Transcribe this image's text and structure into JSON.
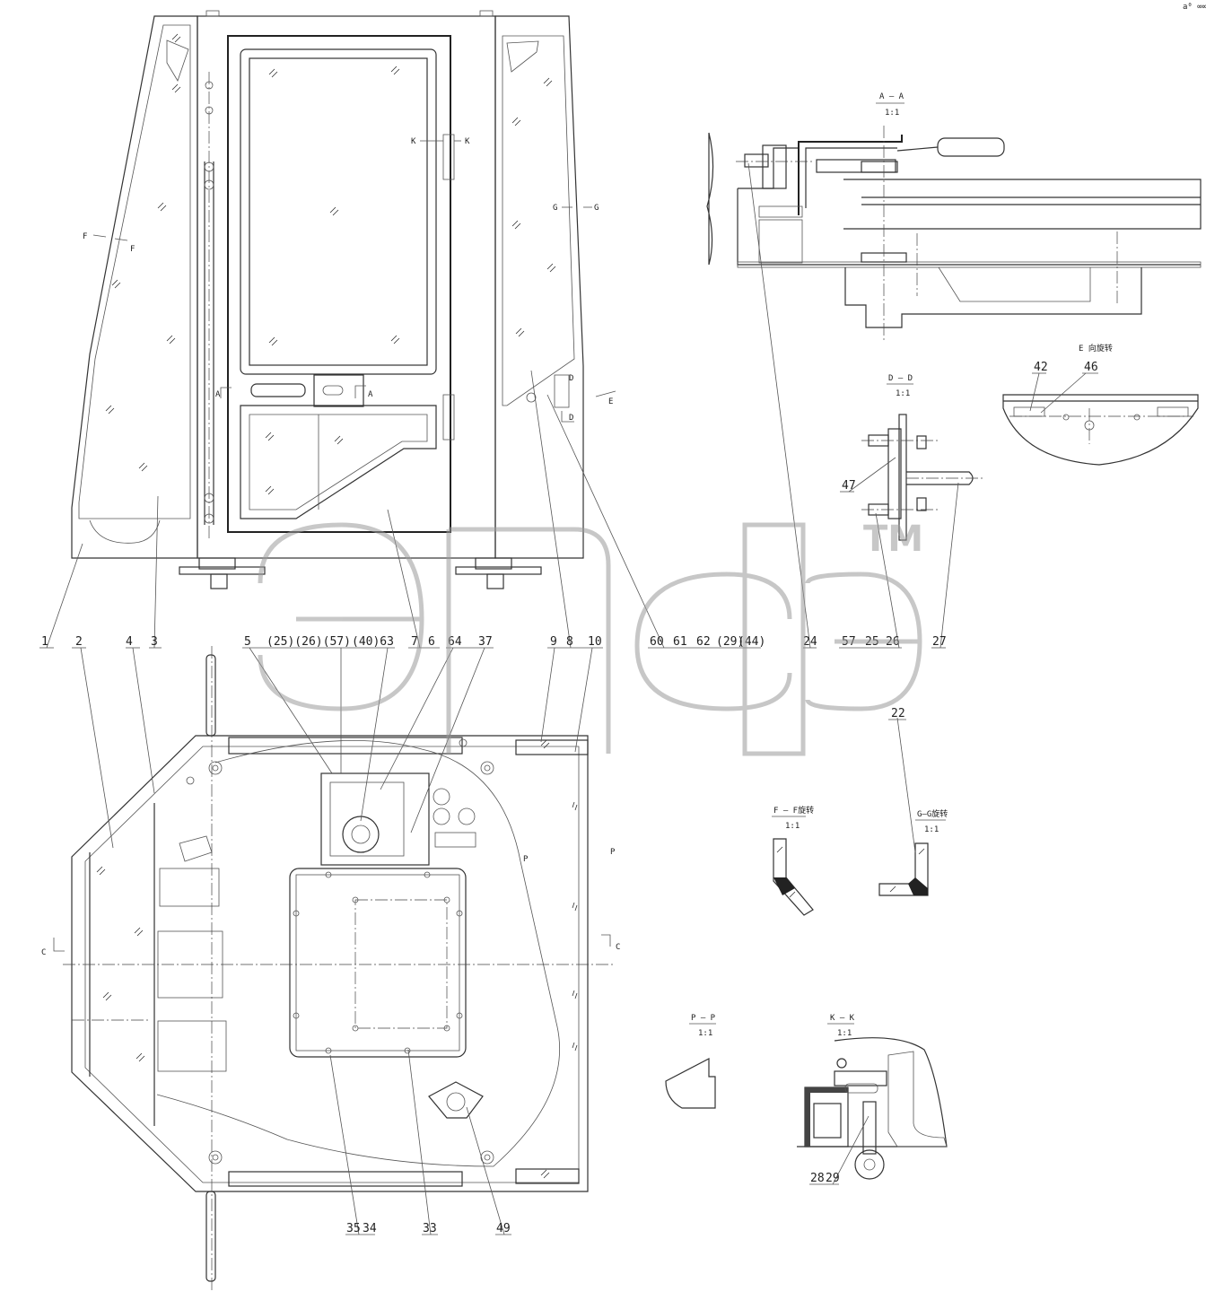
{
  "corner_mark": "a⁰ ∞∞",
  "watermark": {
    "text": "эпсэ",
    "tm": "TM"
  },
  "section_labels": {
    "AA": {
      "title": "A — A",
      "scale": "1:1"
    },
    "DD": {
      "title": "D — D",
      "scale": "1:1"
    },
    "E": {
      "title": "E  向旋转"
    },
    "FF": {
      "title": "F — F旋转",
      "scale": "1:1"
    },
    "GG": {
      "title": "G—G旋转",
      "scale": "1:1"
    },
    "PP": {
      "title": "P — P",
      "scale": "1:1"
    },
    "KK": {
      "title": "K — K",
      "scale": "1:1"
    }
  },
  "view_marks": {
    "F_left": "F",
    "F_right": "F",
    "K_left": "K",
    "K_right": "K",
    "G_left": "G",
    "G_right": "G",
    "A_left": "A",
    "A_right": "A",
    "D_top": "D",
    "D_bottom": "D",
    "E": "E",
    "P_left": "P",
    "P_right": "P",
    "C_left": "C",
    "C_right": "C"
  },
  "callouts_top_row": [
    "1",
    "2",
    "4",
    "3",
    "5",
    "(25)(26)(57)",
    "(40)63",
    "7",
    "6",
    "64",
    "37",
    "9",
    "8",
    "10",
    "60",
    "61",
    "62",
    "(29)",
    "(44)",
    "24",
    "57",
    "25",
    "26",
    "27"
  ],
  "callouts_misc": {
    "c22": "22",
    "c42": "42",
    "c46": "46",
    "c47": "47"
  },
  "callouts_bottom_row": [
    "35",
    "34",
    "33",
    "49"
  ],
  "callouts_kk": [
    "28",
    "29"
  ]
}
